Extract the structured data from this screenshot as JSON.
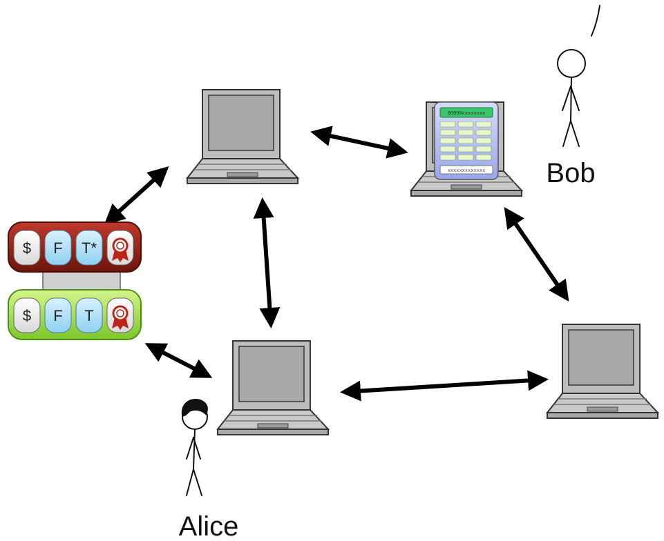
{
  "people": {
    "bob": {
      "name": "Bob"
    },
    "alice": {
      "name": "Alice"
    }
  },
  "nodes": [
    {
      "id": "laptop-top",
      "label": ""
    },
    {
      "id": "laptop-bob",
      "label": ""
    },
    {
      "id": "laptop-alice",
      "label": ""
    },
    {
      "id": "laptop-right",
      "label": ""
    }
  ],
  "edges": [
    {
      "from": "laptop-top",
      "to": "laptop-bob"
    },
    {
      "from": "laptop-top",
      "to": "laptop-alice"
    },
    {
      "from": "laptop-top",
      "to": "transactions"
    },
    {
      "from": "laptop-bob",
      "to": "laptop-right"
    },
    {
      "from": "laptop-alice",
      "to": "laptop-right"
    },
    {
      "from": "transactions",
      "to": "laptop-alice"
    }
  ],
  "transactions": {
    "red": {
      "slots": [
        "$",
        "F",
        "T*",
        "seal"
      ],
      "color": "#8a1c12"
    },
    "green": {
      "slots": [
        "$",
        "F",
        "T",
        "seal"
      ],
      "color": "#8fd63a"
    }
  },
  "bob_screen": {
    "header": "00000xxxxxxxx",
    "footer": "xxxxxxxxxxxxx"
  },
  "colors": {
    "laptop_body": "#bdbdbd",
    "laptop_screen": "#a8a8a8",
    "arrow": "#000000"
  }
}
